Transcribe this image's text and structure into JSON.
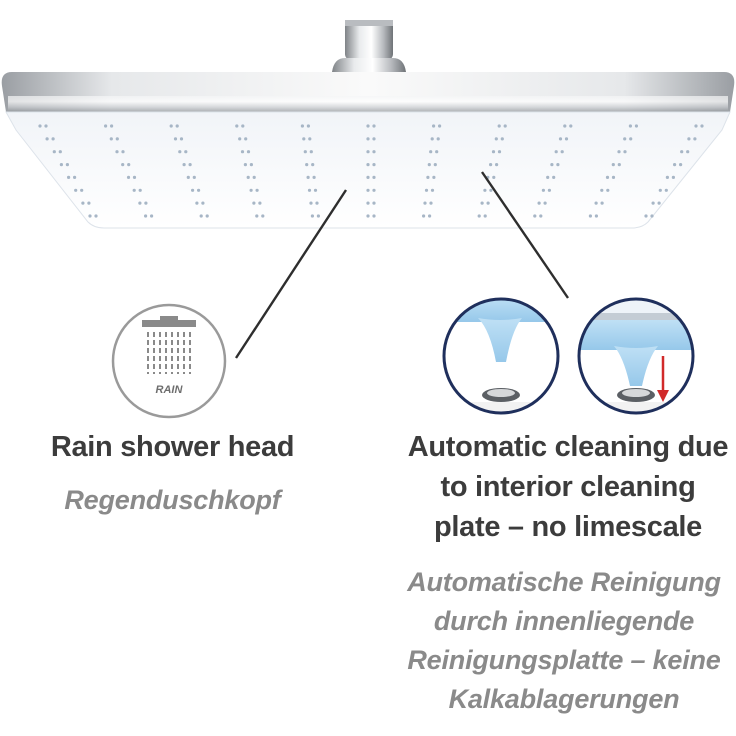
{
  "features": {
    "rain": {
      "icon": "rain-shower-icon",
      "icon_label": "RAIN",
      "title": "Rain shower head",
      "subtitle": "Regenduschkopf"
    },
    "cleaning": {
      "icon": "anti-limescale-nozzle-icon",
      "title_lines": [
        "Automatic cleaning due",
        "to interior cleaning",
        "plate – no limescale"
      ],
      "subtitle_lines": [
        "Automatische Reinigung",
        "durch innenliegende",
        "Reinigungsplatte – keine",
        "Kalkablagerungen"
      ]
    }
  },
  "colors": {
    "title_text": "#3c3c3c",
    "subtitle_text": "#8a8a8a",
    "nozzle_blue": "#a6d2ef",
    "arrow_red": "#d12a2a",
    "chrome": "#c9ccd0"
  }
}
